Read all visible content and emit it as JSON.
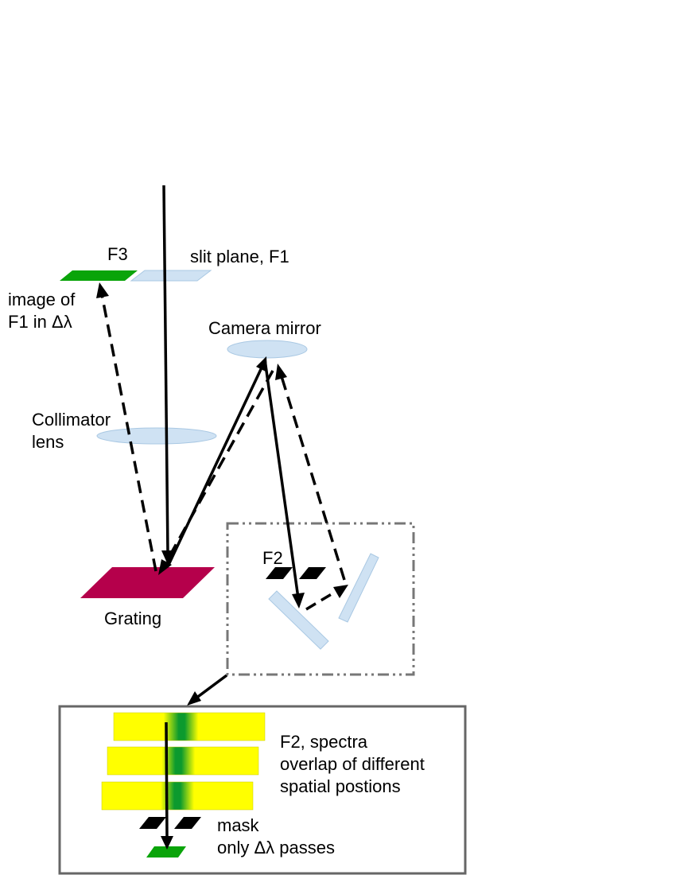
{
  "labels": {
    "f3": "F3",
    "slit_plane": "slit plane, F1",
    "image_of_line1": "image of",
    "image_of_line2": "F1 in Δλ",
    "camera_mirror": "Camera mirror",
    "collimator_line1": "Collimator",
    "collimator_line2": "lens",
    "grating": "Grating",
    "f2": "F2",
    "inset_line1": "F2, spectra",
    "inset_line2": "overlap of different",
    "inset_line3": "spatial postions",
    "mask_line1": "mask",
    "mask_line2": "only Δλ passes"
  },
  "colors": {
    "optic_light_blue": "#cfe2f3",
    "optic_outline": "#a9c8e3",
    "f3_green": "#0aa40a",
    "grating_crimson": "#b5004b",
    "mask_black": "#000000",
    "spectrum_yellow": "#ffff00",
    "spectrum_green": "#0c9a2e",
    "detail_box_gray": "#777777",
    "inset_border_gray": "#666666"
  },
  "line_styles": {
    "solid_ray": "solid",
    "dashed_ray": "dashed",
    "detail_box": "dash-dot-dot"
  }
}
